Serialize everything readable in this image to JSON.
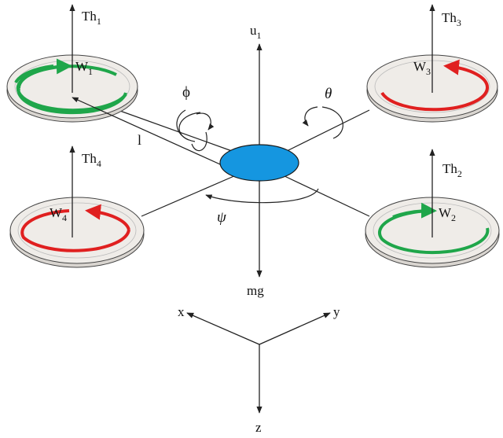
{
  "labels": {
    "th1": "Th",
    "th1_sub": "1",
    "th2": "Th",
    "th2_sub": "2",
    "th3": "Th",
    "th3_sub": "3",
    "th4": "Th",
    "th4_sub": "4",
    "w1": "W",
    "w1_sub": "1",
    "w2": "W",
    "w2_sub": "2",
    "w3": "W",
    "w3_sub": "3",
    "w4": "W",
    "w4_sub": "4",
    "u1": "u",
    "u1_sub": "1",
    "mg": "mg",
    "phi": "ϕ",
    "theta": "θ",
    "psi": "ψ",
    "arm_length": "l",
    "axis_x": "x",
    "axis_y": "y",
    "axis_z": "z"
  },
  "colors": {
    "body": "#1596e0",
    "rotor_cw": "#e02020",
    "rotor_ccw": "#1fa64a",
    "disc": "#efece8",
    "line": "#222222"
  },
  "rotors": [
    {
      "id": "1",
      "spin_color": "rotor_ccw"
    },
    {
      "id": "2",
      "spin_color": "rotor_ccw"
    },
    {
      "id": "3",
      "spin_color": "rotor_cw"
    },
    {
      "id": "4",
      "spin_color": "rotor_cw"
    }
  ]
}
